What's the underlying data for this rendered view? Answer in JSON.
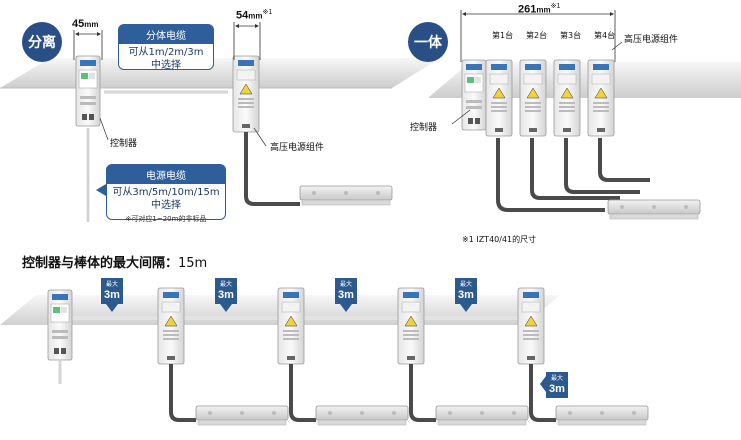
{
  "separate": {
    "badge": "分离",
    "width_value": "45",
    "width_unit": "mm",
    "unit_width_value": "54",
    "unit_width_unit": "mm",
    "unit_width_mark": "※1",
    "split_cable": {
      "title": "分体电缆",
      "line1": "可从1m/2m/3m",
      "line2": "中选择"
    },
    "power_cable": {
      "title": "电源电缆",
      "line1": "可从3m/5m/10m/15m",
      "line2": "中选择",
      "note": "※可对应1~20m的非标品"
    },
    "controller_label": "控制器",
    "hv_label": "高压电源组件"
  },
  "integrated": {
    "badge": "一体",
    "width_value": "261",
    "width_unit": "mm",
    "width_mark": "※1",
    "units": [
      "第1台",
      "第2台",
      "第3台",
      "第4台"
    ],
    "controller_label": "控制器",
    "hv_label": "高压电源组件",
    "footnote": "※1 IZT40/41的尺寸"
  },
  "bottom": {
    "heading": "控制器与棒体的最大间隔：",
    "heading_value": "15m",
    "max_tags": [
      {
        "top": "最大",
        "value": "3m"
      },
      {
        "top": "最大",
        "value": "3m"
      },
      {
        "top": "最大",
        "value": "3m"
      },
      {
        "top": "最大",
        "value": "3m"
      },
      {
        "top": "最大",
        "value": "3m"
      }
    ]
  },
  "colors": {
    "badge": "#2a4f86",
    "callout": "#2f5f9a",
    "tag": "#2c5a8e",
    "cable": "#4a4a4a",
    "rail": "#cfcfcf"
  }
}
